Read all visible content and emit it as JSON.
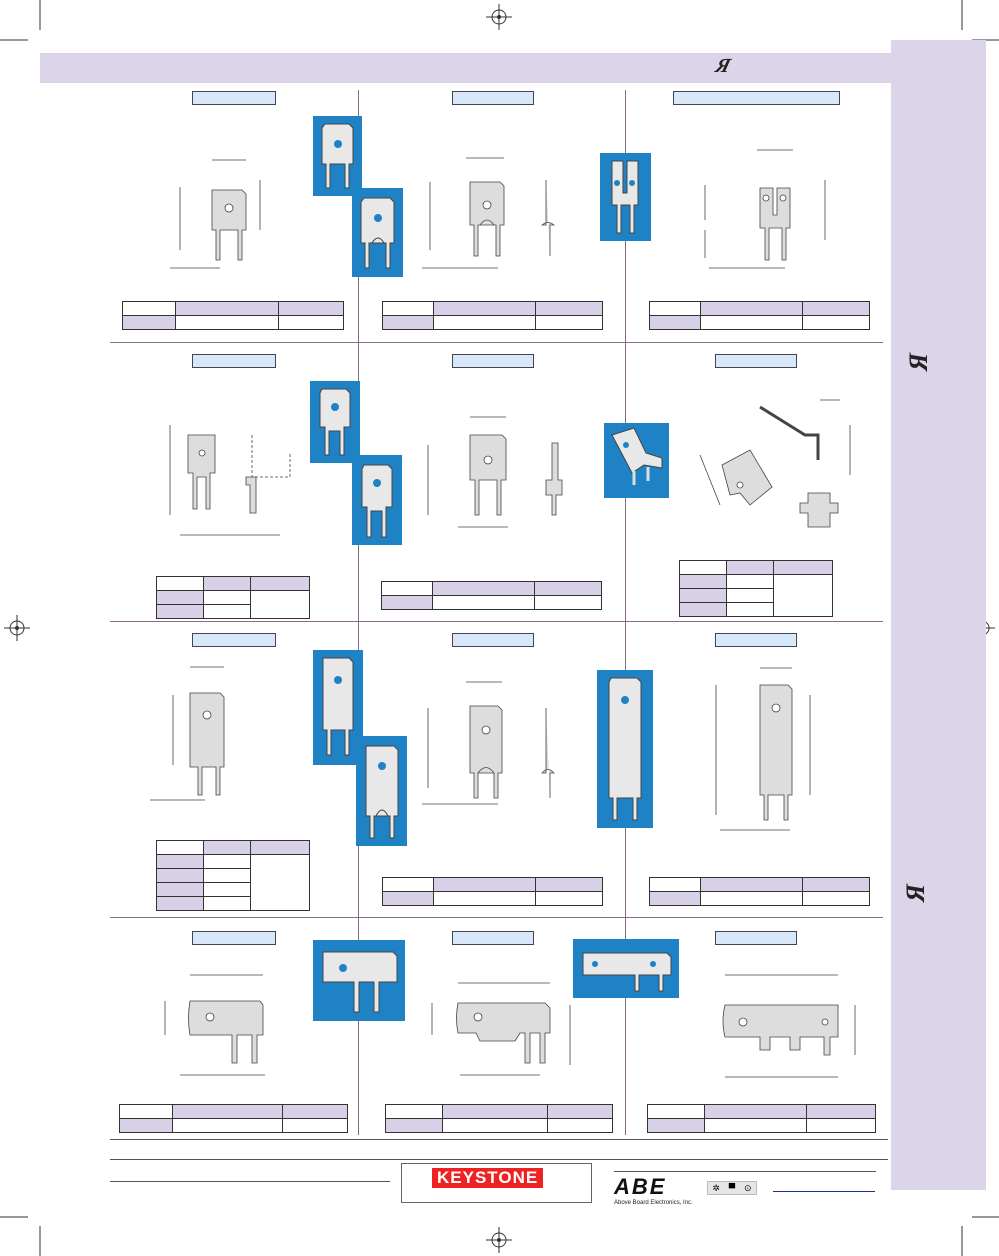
{
  "brand": {
    "ul_mark": "Я",
    "keystone_logo": "KEYSTONE",
    "abe_logo": "ABE",
    "abe_tagline": "Above Board Electronics, Inc."
  },
  "footer_icons": [
    "gear-icon",
    "cart-icon",
    "check-circle-icon"
  ],
  "colors": {
    "band": "#dcd5ea",
    "photo_bg": "#1f82c4",
    "title_fill": "#d8e8f8",
    "keystone_red": "#e22222"
  }
}
